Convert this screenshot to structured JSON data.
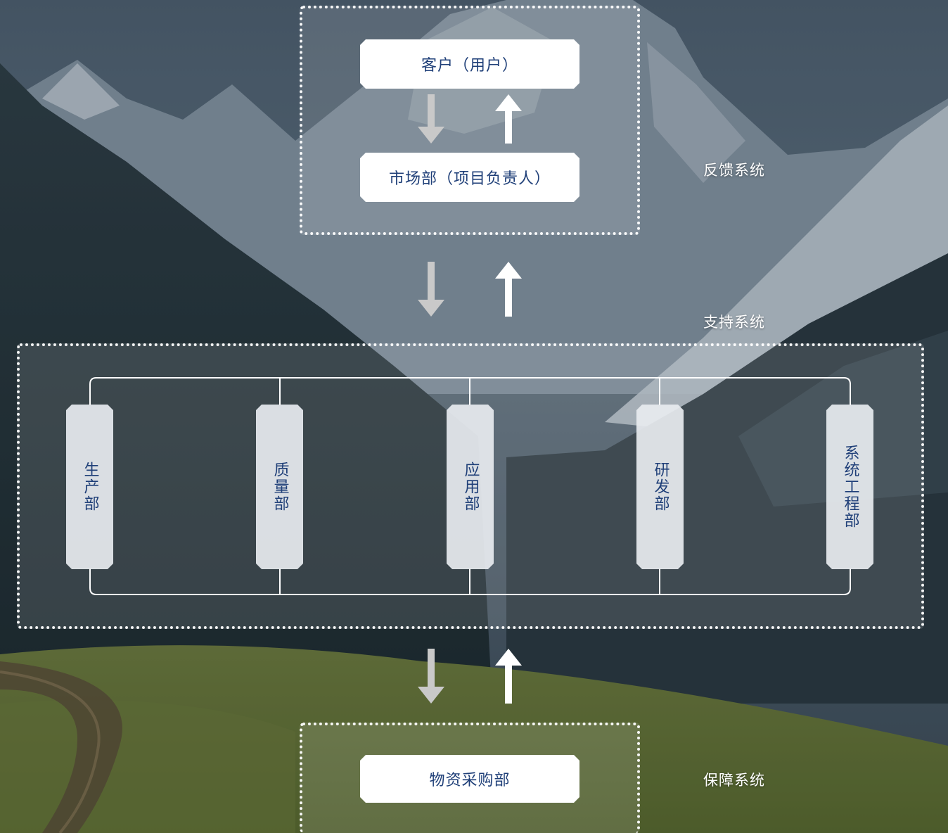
{
  "top_group": {
    "customer_label": "客户（用户）",
    "market_label": "市场部（项目负责人）"
  },
  "middle_group": {
    "departments": [
      "生产部",
      "质量部",
      "应用部",
      "研发部",
      "系统工程部"
    ]
  },
  "bottom_group": {
    "procurement_label": "物资采购部"
  },
  "side_labels": {
    "feedback": "反馈系统",
    "support": "支持系统",
    "guarantee": "保障系统"
  },
  "colors": {
    "text_blue": "#1f3f78",
    "down_arrow": "#c9c9c9",
    "up_arrow": "#ffffff"
  }
}
